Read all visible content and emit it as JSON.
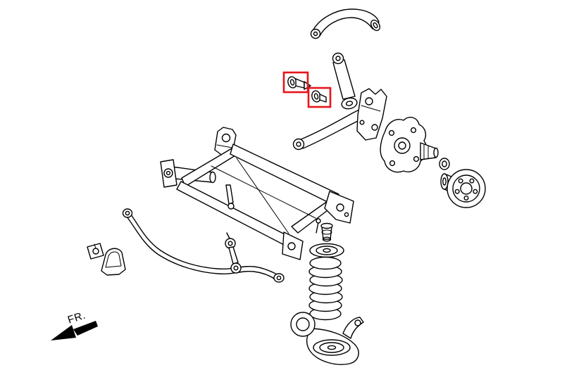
{
  "diagram": {
    "kind": "rear-suspension-exploded-parts-diagram",
    "fr_label": "FR.",
    "colors": {
      "line": "#000000",
      "background": "#ffffff",
      "highlight": "#e8141c"
    },
    "highlights": [
      {
        "name": "front-arm-bushing"
      },
      {
        "name": "rear-arm-bushing"
      }
    ],
    "parts": [
      "upper-camber-arm",
      "toe-link",
      "front-arm-bushing",
      "rear-arm-bushing",
      "trailing-arm",
      "knuckle",
      "seal-ring",
      "wheel-hub",
      "rear-subframe",
      "stabilizer-bar",
      "stabilizer-bushing",
      "stabilizer-bracket",
      "stabilizer-end-link",
      "bump-stop",
      "spring-seat",
      "coil-spring",
      "lower-control-arm",
      "fr-direction-arrow"
    ]
  }
}
